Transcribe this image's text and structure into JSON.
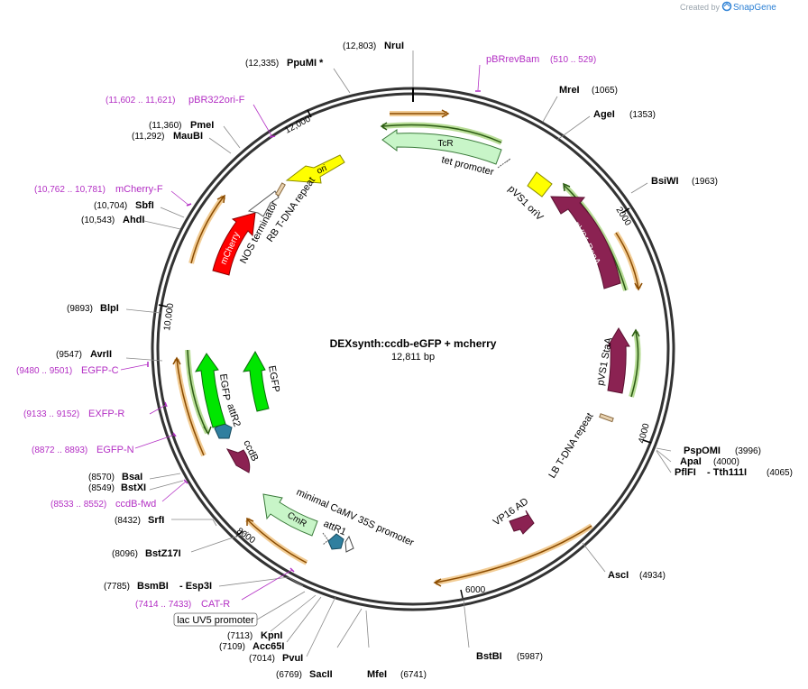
{
  "brand": {
    "created_by": "Created by",
    "name": "SnapGene"
  },
  "plasmid": {
    "name": "DEXsynth:ccdb-eGFP + mcherry",
    "size": "12,811 bp"
  },
  "ticks": [
    "2000",
    "4000",
    "6000",
    "8000",
    "10,000",
    "12,000"
  ],
  "sites": {
    "nrui": {
      "pos": "(12,803)",
      "name": "NruI"
    },
    "ppumi": {
      "pos": "(12,335)",
      "name": "PpuMI *"
    },
    "prei": {
      "pos": "(1065)",
      "name": "MreI"
    },
    "agei": {
      "pos": "(1353)",
      "name": "AgeI"
    },
    "bsiwi": {
      "pos": "(1963)",
      "name": "BsiWI"
    },
    "pspomi": {
      "pos": "(3996)",
      "name": "PspOMI"
    },
    "apai": {
      "pos": "(4000)",
      "name": "ApaI"
    },
    "pflfi": {
      "pos": "(4065)",
      "name": "PflFI",
      "name2": "- Tth111I"
    },
    "asci": {
      "pos": "(4934)",
      "name": "AscI"
    },
    "bstbi": {
      "pos": "(5987)",
      "name": "BstBI"
    },
    "mfei": {
      "pos": "(6741)",
      "name": "MfeI"
    },
    "sacii": {
      "pos": "(6769)",
      "name": "SacII"
    },
    "pvui": {
      "pos": "(7014)",
      "name": "PvuI"
    },
    "acc65i": {
      "pos": "(7109)",
      "name": "Acc65I"
    },
    "kpni": {
      "pos": "(7113)",
      "name": "KpnI"
    },
    "bsmbi": {
      "pos": "(7785)",
      "name": "BsmBI",
      "name2": "- Esp3I"
    },
    "bstz17i": {
      "pos": "(8096)",
      "name": "BstZ17I"
    },
    "srfi": {
      "pos": "(8432)",
      "name": "SrfI"
    },
    "bstxi": {
      "pos": "(8549)",
      "name": "BstXI"
    },
    "bsai": {
      "pos": "(8570)",
      "name": "BsaI"
    },
    "avrii": {
      "pos": "(9547)",
      "name": "AvrII"
    },
    "blpi": {
      "pos": "(9893)",
      "name": "BlpI"
    },
    "ahdi": {
      "pos": "(10,543)",
      "name": "AhdI"
    },
    "sbfi": {
      "pos": "(10,704)",
      "name": "SbfI"
    },
    "maubi": {
      "pos": "(11,292)",
      "name": "MauBI"
    },
    "pmei": {
      "pos": "(11,360)",
      "name": "PmeI"
    }
  },
  "primers": {
    "pbrrevbam": {
      "name": "pBRrevBam",
      "pos": "(510 .. 529)"
    },
    "pbr322ori": {
      "pos": "(11,602 .. 11,621)",
      "name": "pBR322ori-F"
    },
    "mcherryf": {
      "pos": "(10,762 .. 10,781)",
      "name": "mCherry-F"
    },
    "egfpc": {
      "pos": "(9480 .. 9501)",
      "name": "EGFP-C"
    },
    "exfpr": {
      "pos": "(9133 .. 9152)",
      "name": "EXFP-R"
    },
    "egfpn": {
      "pos": "(8872 .. 8893)",
      "name": "EGFP-N"
    },
    "ccdbfwd": {
      "pos": "(8533 .. 8552)",
      "name": "ccdB-fwd"
    },
    "catr": {
      "pos": "(7414 .. 7433)",
      "name": "CAT-R"
    }
  },
  "features": {
    "tcr": "TcR",
    "tet_promoter": "tet promoter",
    "ori": "ori",
    "pvs1_oriv": "pVS1 oriV",
    "pvs1_repa": "pVS1 RepA",
    "pvs1_staa": "pVS1 StaA",
    "lb_tdna": "LB T-DNA repeat",
    "vp16_ad": "VP16 AD",
    "minimal_camv": "minimal CaMV 35S promoter",
    "attr1": "attR1",
    "cmr": "CmR",
    "ccdb": "ccdB",
    "attr2": "attR2",
    "egfp_a": "EGFP",
    "egfp_b": "EGFP",
    "mcherry": "mCherry",
    "nos_terminator": "NOS terminator",
    "rb_tdna": "RB T-DNA repeat",
    "lac_uv5": "lac UV5 promoter"
  },
  "colors": {
    "ring": "#333333",
    "orf_orange": "#e8a33c",
    "orf_green": "#7dc142",
    "tcr_fill": "#c8f5c8",
    "ori_fill": "#ffff00",
    "repa_fill": "#8b2252",
    "egfp_fill": "#00e600",
    "mcherry_fill": "#ff0000",
    "attr_fill": "#2f7f9f",
    "primer": "#b32fc4"
  }
}
